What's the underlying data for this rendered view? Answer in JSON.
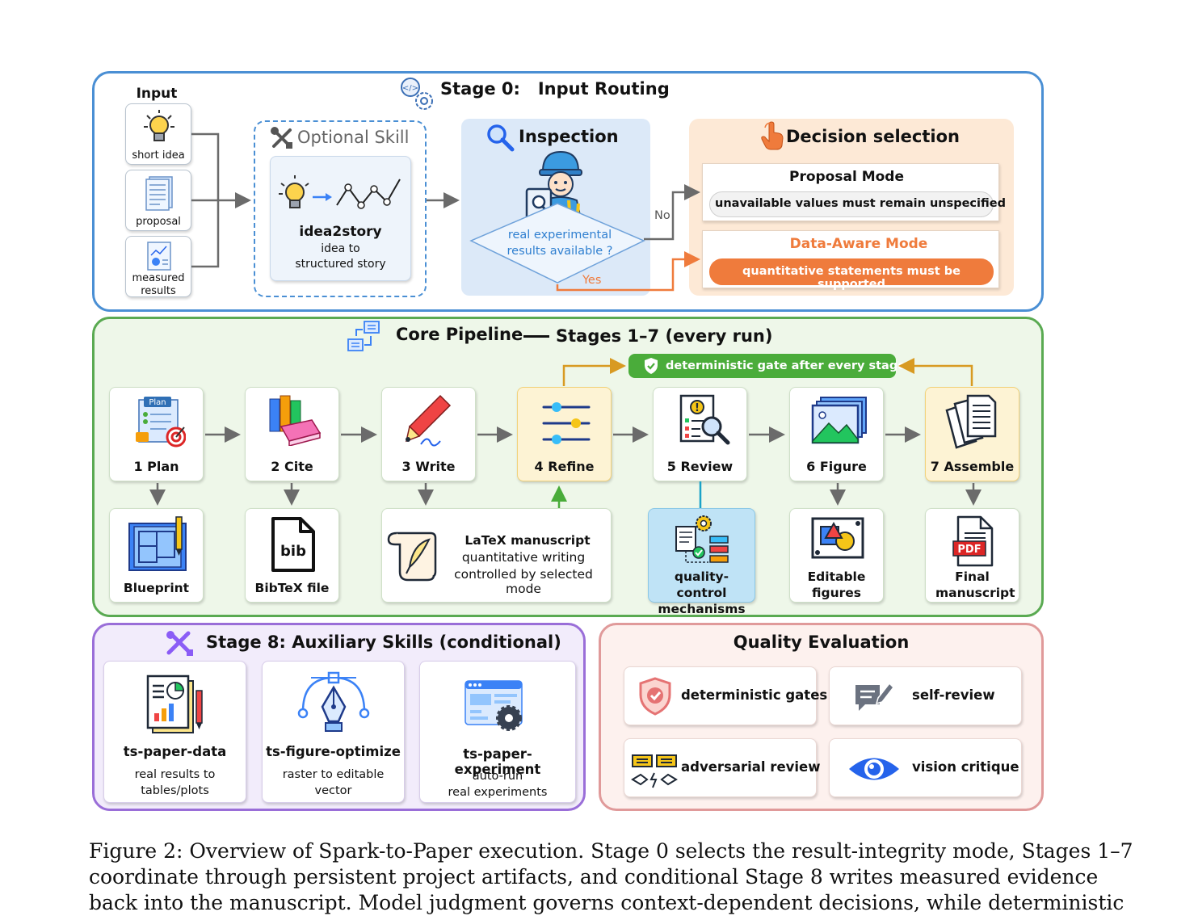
{
  "stage0": {
    "title": "Stage 0:   Input Routing",
    "input_title": "Input",
    "inputs": [
      "short idea",
      "proposal",
      "measured results"
    ],
    "optional_skill": "Optional Skill",
    "idea2story_title": "idea2story",
    "idea2story_desc": "idea to structured story",
    "inspection_title": "Inspection",
    "inspection_question": "real experimental results available ?",
    "no_label": "No",
    "yes_label": "Yes",
    "decision_title": "Decision selection",
    "proposal_mode": "Proposal Mode",
    "proposal_rule": "unavailable values must remain unspecified",
    "data_aware_mode": "Data-Aware Mode",
    "data_aware_rule": "quantitative statements must be supported"
  },
  "core": {
    "title": "Core Pipeline",
    "subtitle": "Stages 1–7 (every run)",
    "gate": "deterministic gate after every stage",
    "steps": [
      "1 Plan",
      "2 Cite",
      "3 Write",
      "4 Refine",
      "5 Review",
      "6 Figure",
      "7 Assemble"
    ],
    "plan_badge": "Plan",
    "outputs": {
      "blueprint": "Blueprint",
      "bibtex": "BibTeX file",
      "bib_icon_text": "bib",
      "latex_title": "LaTeX manuscript",
      "latex_line2": "quantitative writing",
      "latex_line3": "controlled by selected mode",
      "qc": "quality-control mechanisms",
      "editable": "Editable figures",
      "final": "Final manuscript",
      "pdf_icon_text": "PDF"
    }
  },
  "stage8": {
    "title": "Stage 8: Auxiliary Skills (conditional)",
    "skills": [
      {
        "name": "ts-paper-data",
        "desc1": "real results to",
        "desc2": "tables/plots"
      },
      {
        "name": "ts-figure-optimize",
        "desc1": "raster to editable",
        "desc2": "vector"
      },
      {
        "name": "ts-paper-experiment",
        "desc1": "auto-run",
        "desc2": "real experiments"
      }
    ]
  },
  "quality": {
    "title": "Quality Evaluation",
    "items": [
      "deterministic gates",
      "self-review",
      "adversarial review",
      "vision critique"
    ]
  },
  "caption": {
    "line1": "Figure 2: Overview of Spark-to-Paper execution. Stage 0 selects the result-integrity mode, Stages 1–7",
    "line2": "coordinate through persistent project artifacts, and conditional Stage 8 writes measured evidence",
    "line3": "back into the manuscript. Model judgment governs context-dependent decisions, while deterministic"
  },
  "colors": {
    "stage0_border": "#4a8fd4",
    "core_border": "#5aaa52",
    "core_bg": "#eef7e9",
    "stage8_border": "#9a6ed8",
    "stage8_bg": "#f2ecfb",
    "quality_border": "#e09a9a",
    "quality_bg": "#fdf1ee",
    "inspection_bg": "#dce9f8",
    "decision_bg": "#fde9d6",
    "accent_orange": "#ef7b3c",
    "gate_green": "#4aac3a",
    "arrow_gold": "#d89a22"
  },
  "icons": [
    "lightbulb-icon",
    "document-icon",
    "chart-doc-icon",
    "tools-icon",
    "magnifier-icon",
    "worker-icon",
    "pointer-hand-icon",
    "pipeline-icon",
    "shield-check-icon",
    "plan-icon",
    "books-icon",
    "pen-icon",
    "sliders-icon",
    "review-icon",
    "image-icon",
    "pages-icon",
    "blueprint-icon",
    "bib-file-icon",
    "scroll-quill-icon",
    "gear-flow-icon",
    "shapes-icon",
    "pdf-icon",
    "report-icon",
    "pen-tool-icon",
    "browser-gear-icon",
    "chat-edit-icon",
    "eye-icon",
    "debate-icon"
  ]
}
